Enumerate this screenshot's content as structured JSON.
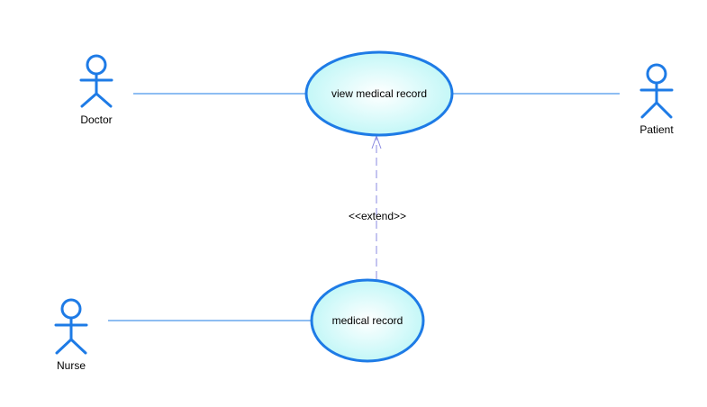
{
  "actors": {
    "doctor": {
      "label": "Doctor"
    },
    "patient": {
      "label": "Patient"
    },
    "nurse": {
      "label": "Nurse"
    }
  },
  "use_cases": {
    "view_medical_record": {
      "label": "view medical record"
    },
    "medical_record": {
      "label": "medical record"
    }
  },
  "relations": {
    "extend": {
      "stereotype": "<<extend>>"
    }
  },
  "colors": {
    "actor_stroke": "#1E7BE6",
    "usecase_fill_center": "#FFFFFF",
    "usecase_fill_edge": "#B8F6F6",
    "extend_line": "#8A8AE0"
  }
}
